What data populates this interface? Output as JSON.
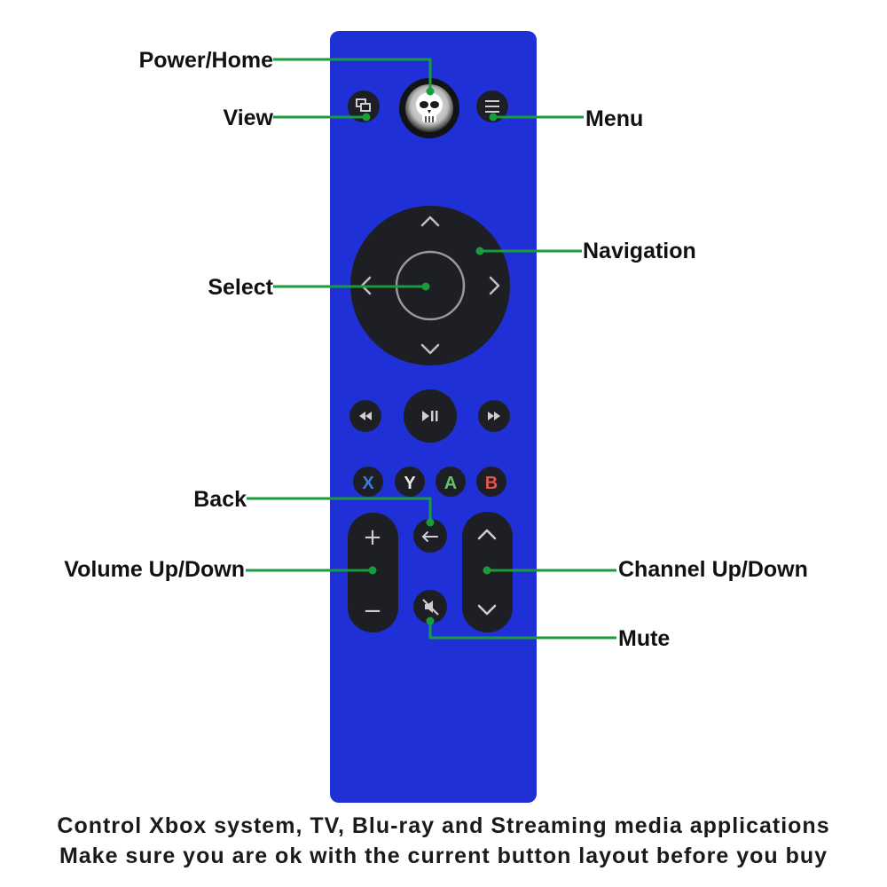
{
  "colors": {
    "remote_body": "#1f31d6",
    "button_dark": "#1d1f24",
    "callout_line": "#1a9b3c",
    "callout_dot": "#1a9b3c",
    "x_color": "#3f7be0",
    "y_color": "#e8e8e8",
    "a_color": "#69c26b",
    "b_color": "#e2574c"
  },
  "labels": {
    "power_home": "Power/Home",
    "view": "View",
    "menu": "Menu",
    "navigation": "Navigation",
    "select": "Select",
    "back": "Back",
    "volume": "Volume Up/Down",
    "channel": "Channel Up/Down",
    "mute": "Mute"
  },
  "face_buttons": [
    "X",
    "Y",
    "A",
    "B"
  ],
  "volume_symbols": {
    "up": "+",
    "down": "−"
  },
  "icons": {
    "view": "view-icon",
    "power_home": "skull-logo-icon",
    "menu": "menu-lines-icon",
    "rewind": "rewind-icon",
    "play_pause": "play-pause-icon",
    "fast_forward": "fast-forward-icon",
    "back": "back-arrow-icon",
    "mute": "mute-icon"
  },
  "caption": {
    "line1": "Control Xbox system, TV, Blu-ray and Streaming media applications",
    "line2": "Make sure you are ok with the current button layout before you buy"
  }
}
